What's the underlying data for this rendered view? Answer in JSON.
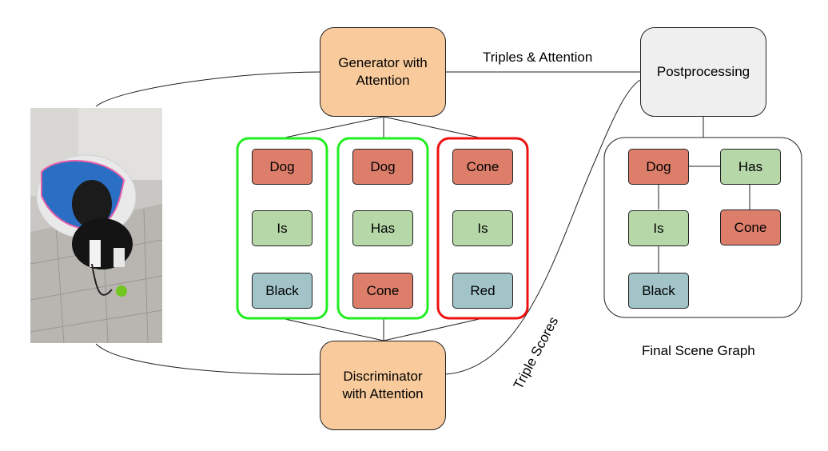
{
  "modules": {
    "generator": "Generator with Attention",
    "discriminator": "Discriminator with Attention",
    "postprocessing": "Postprocessing"
  },
  "edge_labels": {
    "triples_attention": "Triples & Attention",
    "triple_scores": "Triple Scores"
  },
  "caption": "Final Scene Graph",
  "triples": [
    {
      "subject": "Dog",
      "relation": "Is",
      "object": "Black",
      "valid": true
    },
    {
      "subject": "Dog",
      "relation": "Has",
      "object": "Cone",
      "valid": true
    },
    {
      "subject": "Cone",
      "relation": "Is",
      "object": "Red",
      "valid": false
    }
  ],
  "scene_graph": {
    "nodes": {
      "dog": "Dog",
      "has": "Has",
      "cone": "Cone",
      "is": "Is",
      "black": "Black"
    }
  },
  "colors": {
    "module": "#f9cb9c",
    "postprocessing": "#efefef",
    "object": "#dd7e6b",
    "relation": "#b6d7a8",
    "attribute": "#a2c4c9",
    "valid_border": "#22ee22",
    "invalid_border": "#ee1111"
  },
  "image": {
    "subject": "dog-photo"
  }
}
